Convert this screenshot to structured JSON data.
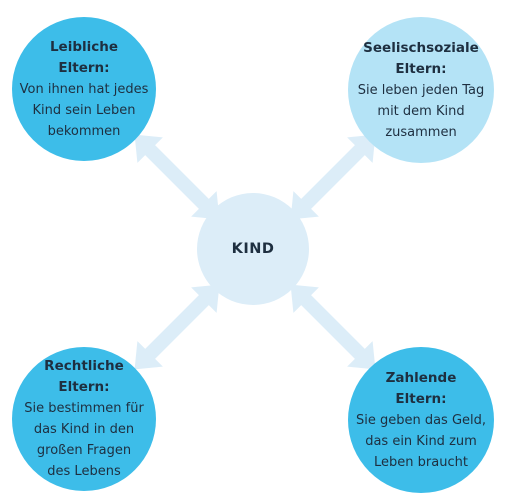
{
  "center": {
    "label": "KIND"
  },
  "nodes": {
    "top_left": {
      "title_line1": "Leibliche",
      "title_line2": "Eltern:",
      "lines": [
        "Von ihnen hat jedes",
        "Kind sein Leben",
        "bekommen"
      ]
    },
    "top_right": {
      "title_line1": "Seelischsoziale",
      "title_line2": "Eltern:",
      "lines": [
        "Sie leben jeden Tag",
        "mit dem Kind",
        "zusammen"
      ]
    },
    "bottom_left": {
      "title_line1": "Rechtliche",
      "title_line2": "Eltern:",
      "lines": [
        "Sie bestimmen für",
        "das Kind in den",
        "großen Fragen",
        "des Lebens"
      ]
    },
    "bottom_right": {
      "title_line1": "Zahlende",
      "title_line2": "Eltern:",
      "lines": [
        "Sie geben das Geld,",
        "das ein Kind zum",
        "Leben braucht"
      ]
    }
  },
  "colors": {
    "strong_blue": "#3dbde9",
    "light_blue": "#b4e3f6",
    "pale_blue": "#dcedf8",
    "text": "#1e2f40"
  }
}
